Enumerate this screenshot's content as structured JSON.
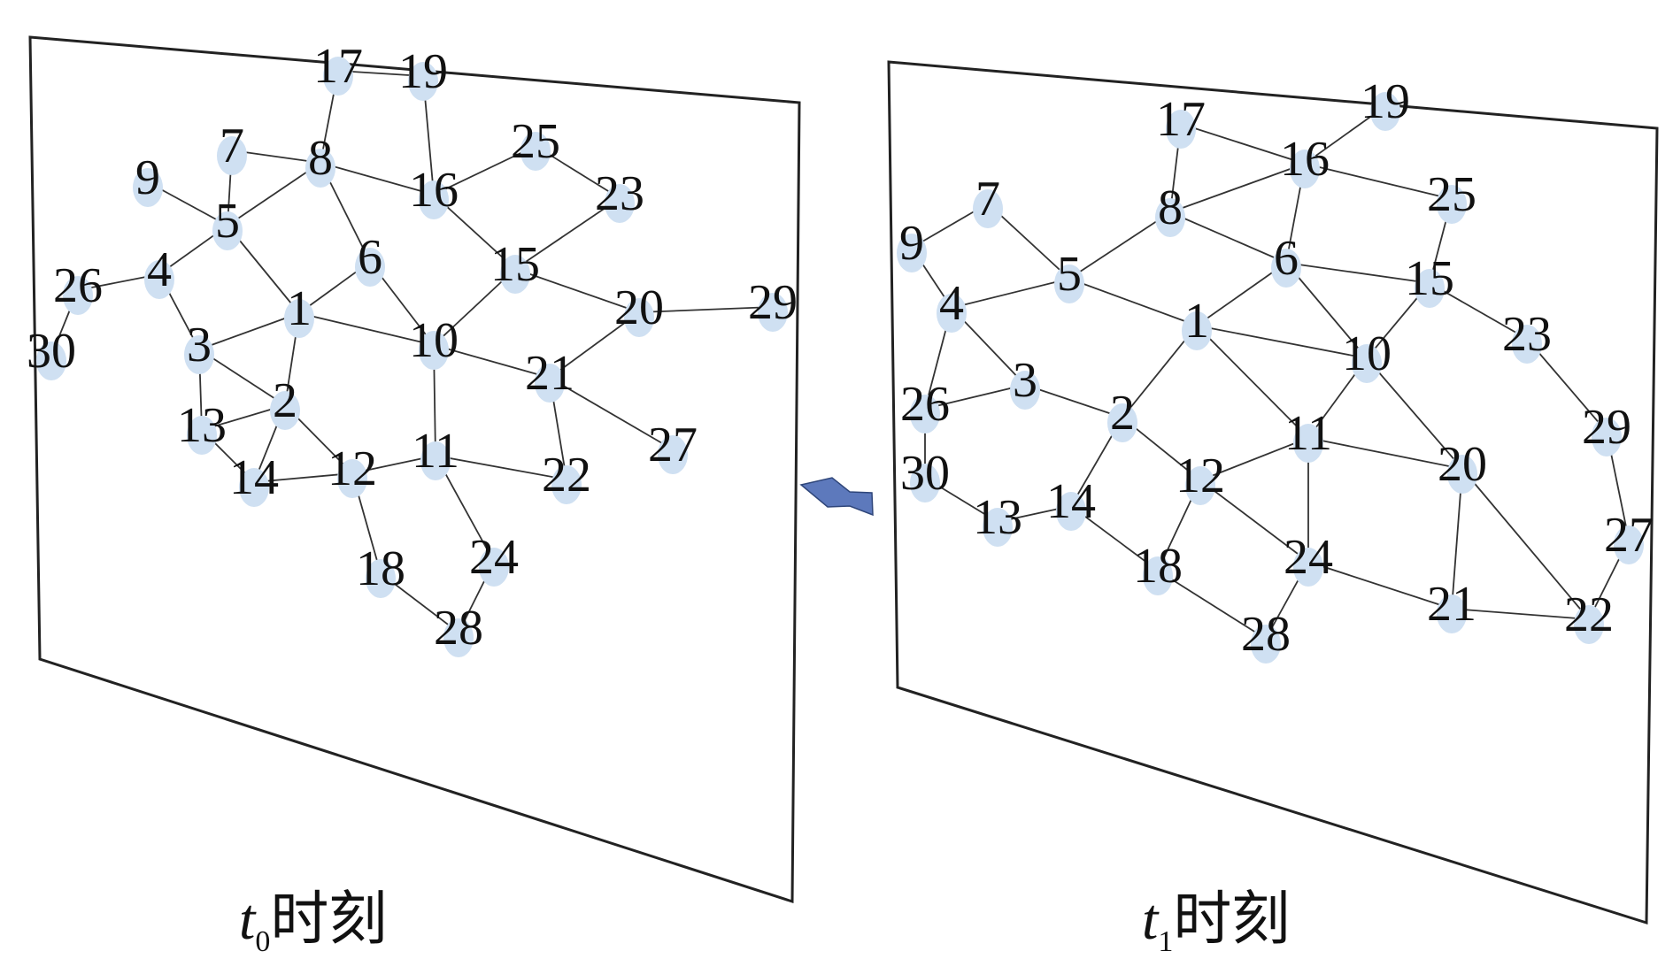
{
  "panels": [
    {
      "caption": {
        "var": "t",
        "sub": "0",
        "suffix": "时刻"
      },
      "nodes": [
        "1",
        "2",
        "3",
        "4",
        "5",
        "6",
        "7",
        "8",
        "9",
        "10",
        "11",
        "12",
        "13",
        "14",
        "15",
        "16",
        "17",
        "18",
        "19",
        "20",
        "21",
        "22",
        "23",
        "24",
        "25",
        "26",
        "27",
        "28",
        "29",
        "30"
      ],
      "edges": [
        [
          "17",
          "19"
        ],
        [
          "17",
          "8"
        ],
        [
          "19",
          "16"
        ],
        [
          "7",
          "8"
        ],
        [
          "7",
          "5"
        ],
        [
          "9",
          "5"
        ],
        [
          "5",
          "8"
        ],
        [
          "5",
          "4"
        ],
        [
          "5",
          "1"
        ],
        [
          "4",
          "26"
        ],
        [
          "26",
          "30"
        ],
        [
          "4",
          "3"
        ],
        [
          "8",
          "16"
        ],
        [
          "8",
          "6"
        ],
        [
          "16",
          "25"
        ],
        [
          "16",
          "15"
        ],
        [
          "25",
          "23"
        ],
        [
          "23",
          "15"
        ],
        [
          "6",
          "1"
        ],
        [
          "6",
          "10"
        ],
        [
          "1",
          "3"
        ],
        [
          "1",
          "2"
        ],
        [
          "1",
          "10"
        ],
        [
          "3",
          "13"
        ],
        [
          "3",
          "2"
        ],
        [
          "13",
          "2"
        ],
        [
          "13",
          "14"
        ],
        [
          "2",
          "14"
        ],
        [
          "2",
          "12"
        ],
        [
          "14",
          "12"
        ],
        [
          "12",
          "11"
        ],
        [
          "12",
          "18"
        ],
        [
          "10",
          "15"
        ],
        [
          "10",
          "21"
        ],
        [
          "10",
          "11"
        ],
        [
          "15",
          "20"
        ],
        [
          "20",
          "29"
        ],
        [
          "20",
          "21"
        ],
        [
          "21",
          "22"
        ],
        [
          "21",
          "27"
        ],
        [
          "11",
          "22"
        ],
        [
          "11",
          "24"
        ],
        [
          "24",
          "28"
        ],
        [
          "18",
          "28"
        ]
      ]
    },
    {
      "caption": {
        "var": "t",
        "sub": "1",
        "suffix": "时刻"
      },
      "nodes": [
        "1",
        "2",
        "3",
        "4",
        "5",
        "6",
        "7",
        "8",
        "9",
        "10",
        "11",
        "12",
        "13",
        "14",
        "15",
        "16",
        "17",
        "18",
        "19",
        "20",
        "21",
        "22",
        "23",
        "24",
        "25",
        "26",
        "27",
        "28",
        "29",
        "30"
      ],
      "edges": [
        [
          "17",
          "8"
        ],
        [
          "17",
          "16"
        ],
        [
          "19",
          "16"
        ],
        [
          "16",
          "8"
        ],
        [
          "16",
          "25"
        ],
        [
          "16",
          "6"
        ],
        [
          "8",
          "5"
        ],
        [
          "8",
          "6"
        ],
        [
          "7",
          "9"
        ],
        [
          "7",
          "5"
        ],
        [
          "9",
          "4"
        ],
        [
          "4",
          "5"
        ],
        [
          "4",
          "26"
        ],
        [
          "4",
          "3"
        ],
        [
          "26",
          "3"
        ],
        [
          "26",
          "30"
        ],
        [
          "30",
          "13"
        ],
        [
          "13",
          "14"
        ],
        [
          "5",
          "1"
        ],
        [
          "6",
          "1"
        ],
        [
          "6",
          "15"
        ],
        [
          "6",
          "10"
        ],
        [
          "25",
          "15"
        ],
        [
          "15",
          "10"
        ],
        [
          "15",
          "23"
        ],
        [
          "23",
          "29"
        ],
        [
          "29",
          "27"
        ],
        [
          "27",
          "22"
        ],
        [
          "1",
          "10"
        ],
        [
          "1",
          "2"
        ],
        [
          "1",
          "11"
        ],
        [
          "3",
          "2"
        ],
        [
          "2",
          "14"
        ],
        [
          "2",
          "12"
        ],
        [
          "14",
          "18"
        ],
        [
          "12",
          "11"
        ],
        [
          "12",
          "18"
        ],
        [
          "12",
          "24"
        ],
        [
          "10",
          "11"
        ],
        [
          "10",
          "20"
        ],
        [
          "11",
          "20"
        ],
        [
          "11",
          "24"
        ],
        [
          "18",
          "28"
        ],
        [
          "24",
          "28"
        ],
        [
          "24",
          "21"
        ],
        [
          "20",
          "21"
        ],
        [
          "20",
          "22"
        ],
        [
          "21",
          "22"
        ]
      ]
    }
  ]
}
